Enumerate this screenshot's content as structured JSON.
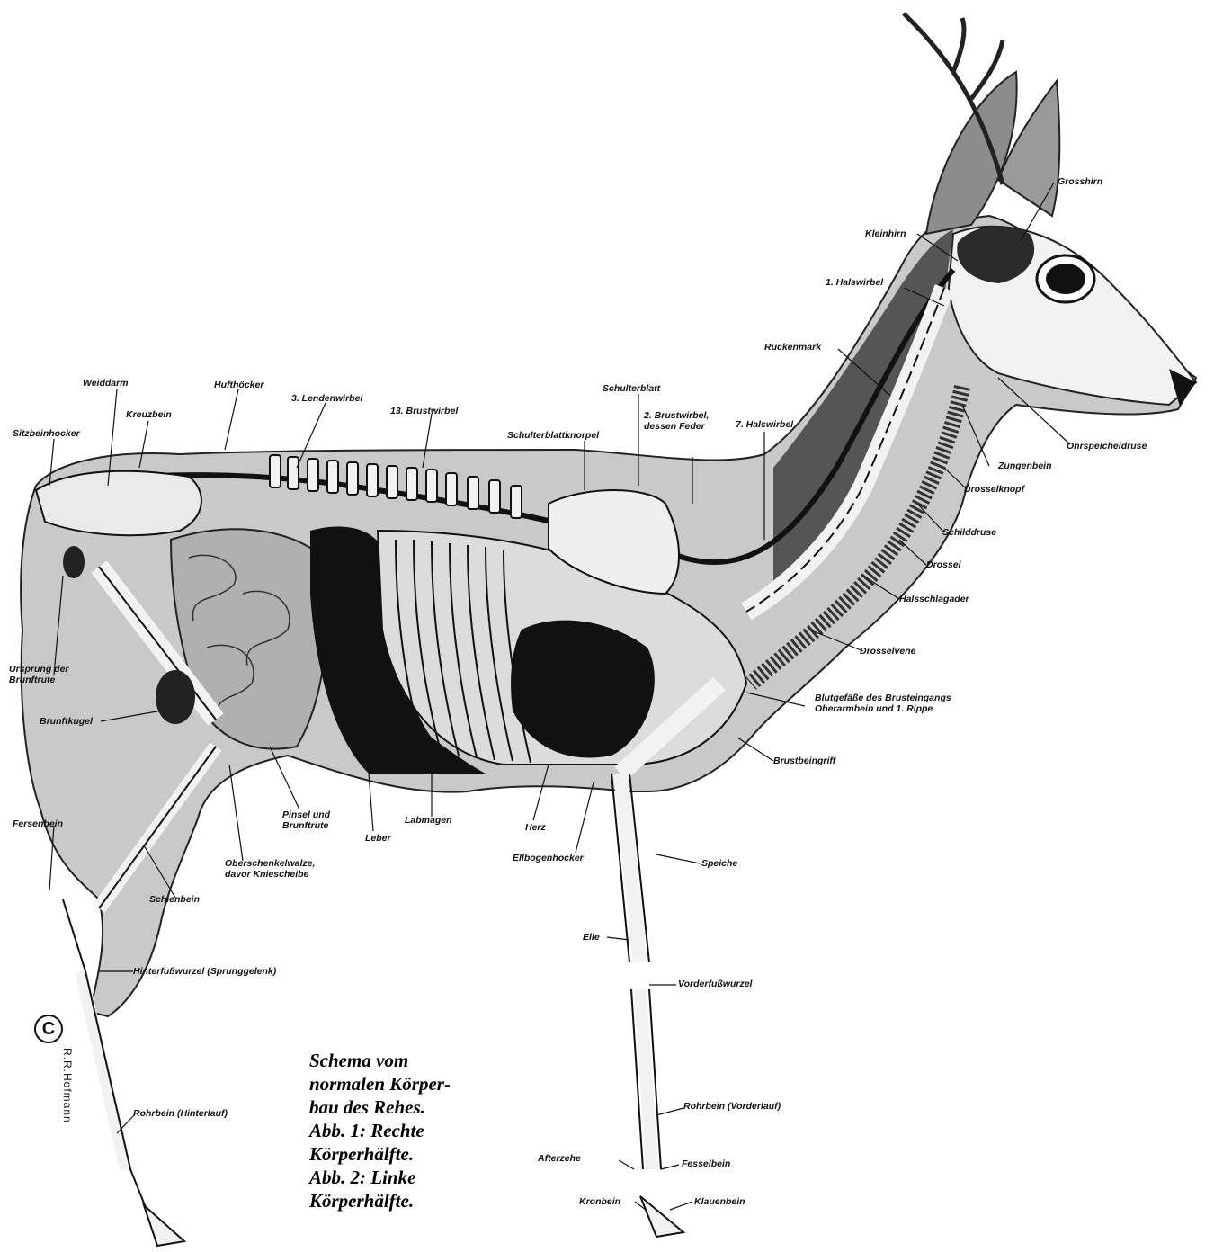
{
  "labels": {
    "grosshirn": "Grosshirn",
    "kleinhirn": "Kleinhirn",
    "halswirbel1": "1. Halswirbel",
    "rueckenmark": "Ruckenmark",
    "schulterblatt": "Schulterblatt",
    "weiddarm": "Weiddarm",
    "hufthoecker": "Hufthöcker",
    "lendenwirbel": "3. Lendenwirbel",
    "brustwirbel13": "13. Brustwirbel",
    "kreuzbein": "Kreuzbein",
    "sitzbeinhoecker": "Sitzbeinhocker",
    "schulterblattknorpel": "Schulterblattknorpel",
    "brustwirbel2_a": "2. Brustwirbel,",
    "brustwirbel2_b": "dessen Feder",
    "halswirbel7": "7. Halswirbel",
    "ohrspeicheldruese": "Ohrspeicheldruse",
    "zungenbein": "Zungenbein",
    "drosselknopf": "Drosselknopf",
    "schilddruese": "Schilddruse",
    "drossel": "Drossel",
    "halsschlagader": "Halsschlagader",
    "drosselvene": "Drosselvene",
    "ursprung_a": "Ursprung der",
    "ursprung_b": "Brunftrute",
    "blutgefaesse_a": "Blutgefäße des Brusteingangs",
    "blutgefaesse_b": "Oberarmbein und 1. Rippe",
    "brunftkugel": "Brunftkugel",
    "brustbeingriff": "Brustbeingriff",
    "fersenbein": "Fersenbein",
    "pinsel_a": "Pinsel und",
    "pinsel_b": "Brunftrute",
    "labmagen": "Labmagen",
    "herz": "Herz",
    "leber": "Leber",
    "ellbogenhoecker": "Ellbogenhocker",
    "speiche": "Speiche",
    "oberschenkel_a": "Oberschenkelwalze,",
    "oberschenkel_b": "davor Kniescheibe",
    "schienbein": "Schienbein",
    "elle": "Elle",
    "hinterfusswurzel": "Hinterfußwurzel (Sprunggelenk)",
    "vorderfusswurzel": "Vorderfußwurzel",
    "rohrbein_hinten": "Rohrbein (Hinterlauf)",
    "rohrbein_vorne": "Rohrbein (Vorderlauf)",
    "afterzehe": "Afterzehe",
    "fesselbein": "Fesselbein",
    "kronbein": "Kronbein",
    "klauenbein": "Klauenbein"
  },
  "caption": {
    "line1": "Schema vom",
    "line2": "normalen Körper-",
    "line3": "bau des Rehes.",
    "line4": "Abb. 1: Rechte",
    "line5": "Körperhälfte.",
    "line6": "Abb. 2: Linke",
    "line7": "Körperhälfte."
  },
  "copyright": {
    "symbol": "C",
    "author": "R.R.Hofmann"
  }
}
